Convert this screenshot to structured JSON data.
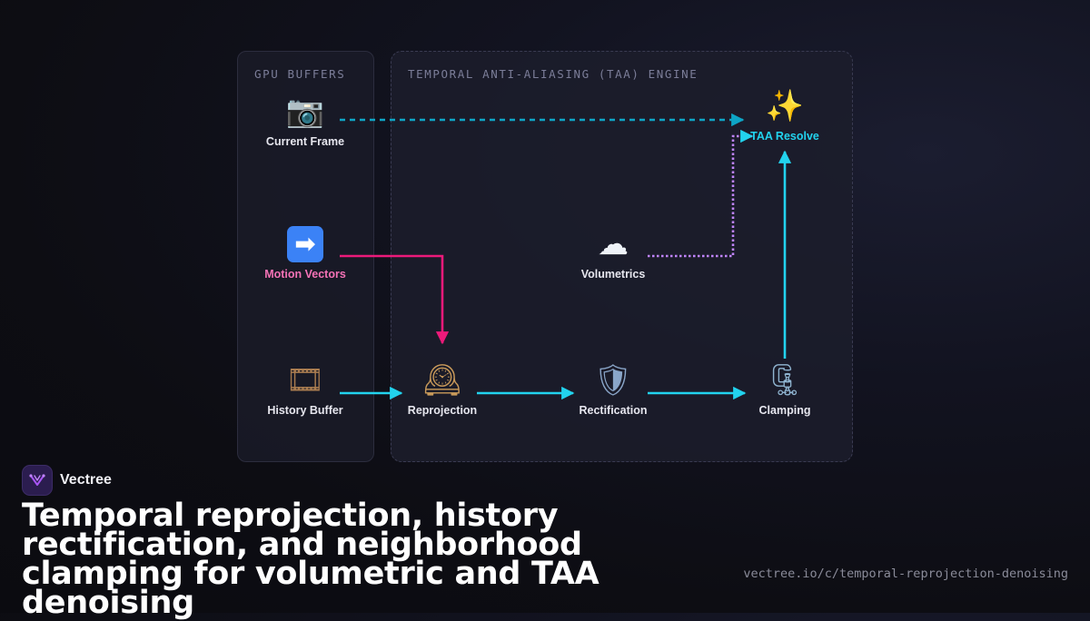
{
  "panels": {
    "gpu_title": "GPU BUFFERS",
    "taa_title": "TEMPORAL ANTI-ALIASING (TAA) ENGINE"
  },
  "nodes": {
    "current_frame": {
      "label": "Current Frame",
      "icon": "camera-icon",
      "glyph": "📷"
    },
    "motion_vectors": {
      "label": "Motion Vectors",
      "icon": "right-arrow-icon",
      "glyph": "➡"
    },
    "history_buffer": {
      "label": "History Buffer",
      "icon": "film-icon",
      "glyph": "🎞"
    },
    "reprojection": {
      "label": "Reprojection",
      "icon": "clock-icon",
      "glyph": "🕰"
    },
    "volumetrics": {
      "label": "Volumetrics",
      "icon": "cloud-icon",
      "glyph": "☁"
    },
    "rectification": {
      "label": "Rectification",
      "icon": "shield-icon",
      "glyph": "🛡"
    },
    "clamping": {
      "label": "Clamping",
      "icon": "clamp-icon",
      "glyph": "🗜"
    },
    "taa_resolve": {
      "label": "TAA Resolve",
      "icon": "sparkles-icon",
      "glyph": "✨"
    }
  },
  "edges": [
    {
      "from": "current_frame",
      "to": "taa_resolve",
      "style": "dashed",
      "color": "#0ea5c6"
    },
    {
      "from": "motion_vectors",
      "to": "reprojection",
      "style": "solid",
      "color": "#ec1a7a"
    },
    {
      "from": "history_buffer",
      "to": "reprojection",
      "style": "solid",
      "color": "#22d3ee"
    },
    {
      "from": "reprojection",
      "to": "rectification",
      "style": "solid",
      "color": "#22d3ee"
    },
    {
      "from": "rectification",
      "to": "clamping",
      "style": "solid",
      "color": "#22d3ee"
    },
    {
      "from": "clamping",
      "to": "taa_resolve",
      "style": "solid",
      "color": "#22d3ee"
    },
    {
      "from": "volumetrics",
      "to": "taa_resolve",
      "style": "dotted",
      "color": "#c084fc"
    }
  ],
  "colors": {
    "accent_cyan": "#22d3ee",
    "accent_pink": "#f472b6",
    "accent_purple": "#c084fc",
    "brand_purple": "#a855f7"
  },
  "brand": {
    "name": "Vectree",
    "logo_icon": "vectree-logo-icon"
  },
  "headline": "Temporal reprojection, history rectification, and neighborhood clamping for volumetric and TAA denoising",
  "url": "vectree.io/c/temporal-reprojection-denoising"
}
